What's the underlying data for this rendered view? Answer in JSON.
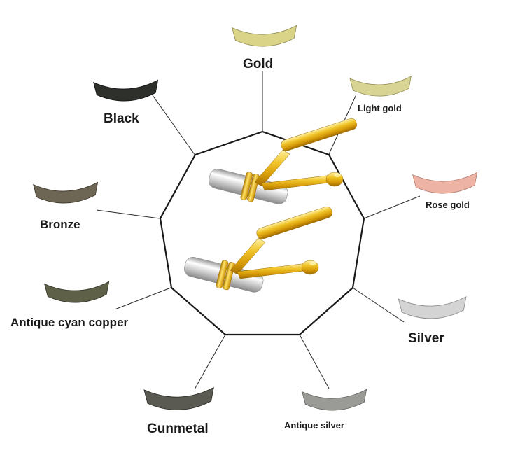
{
  "finishes": [
    {
      "key": "gold",
      "label": "Gold",
      "color": "#d9d488"
    },
    {
      "key": "light-gold",
      "label": "Light gold",
      "color": "#d8d494"
    },
    {
      "key": "rose-gold",
      "label": "Rose gold",
      "color": "#edb3a4"
    },
    {
      "key": "silver",
      "label": "Silver",
      "color": "#d4d4d4"
    },
    {
      "key": "antique-silver",
      "label": "Antique silver",
      "color": "#9a9a96"
    },
    {
      "key": "gunmetal",
      "label": "Gunmetal",
      "color": "#5a5a52"
    },
    {
      "key": "antique-cyan-copper",
      "label": "Antique cyan copper",
      "color": "#5e6048"
    },
    {
      "key": "bronze",
      "label": "Bronze",
      "color": "#6e6654"
    },
    {
      "key": "black",
      "label": "Black",
      "color": "#2e302c"
    }
  ],
  "colors": {
    "line": "#2a2a2a",
    "gold_metal": "#e6b01c",
    "silver_metal": "#d8d8d8"
  }
}
